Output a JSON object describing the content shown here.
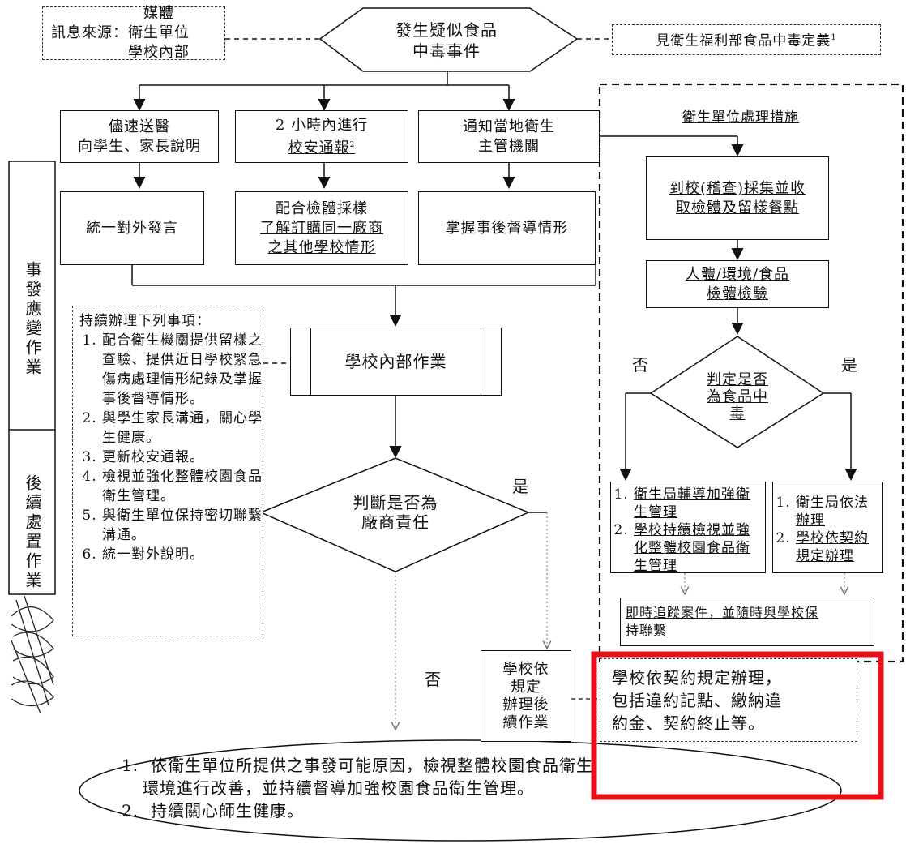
{
  "source": {
    "label": "訊息來源：",
    "items": [
      "媒體",
      "衛生單位",
      "學校內部"
    ]
  },
  "start_event": [
    "發生疑似食品",
    "中毒事件"
  ],
  "definition_ref": "見衛生福利部食品中毒定義",
  "definition_sup": "1",
  "branch1": [
    "儘速送醫",
    "向學生、家長說明"
  ],
  "branch2": [
    "2 小時內進行",
    "校安通報"
  ],
  "branch2_sup": "2",
  "branch3": [
    "通知當地衛生",
    "主管機關"
  ],
  "step1": "統一對外發言",
  "step2": [
    "配合檢體採樣",
    "了解訂購同一廠商",
    "之其他學校情形"
  ],
  "step3": "掌握事後督導情形",
  "side_label_top": "事發應變作業",
  "side_label_bottom": "後續處置作業",
  "continuing": {
    "title": "持續辦理下列事項：",
    "items": [
      "配合衛生機關提供留樣之查驗、提供近日學校緊急傷病處理情形紀錄及掌握事後督導情形。",
      "與學生家長溝通，關心學生健康。",
      "更新校安通報。",
      "檢視並強化整體校園食品衛生管理。",
      "與衛生單位保持密切聯繫溝通。",
      "統一對外說明。"
    ]
  },
  "school_ops": "學校內部作業",
  "decision_vendor": [
    "判斷是否為",
    "廠商責任"
  ],
  "yes": "是",
  "no": "否",
  "school_followup": [
    "學校依",
    "規定",
    "辦理後",
    "續作業"
  ],
  "contract_note": [
    "學校依契約規定辦理，",
    "包括違約記點、繳納違",
    "約金、契約終止等。"
  ],
  "health_panel": {
    "title": "衛生單位處理措施",
    "collect": [
      "到校(稽查)採集並收",
      "取檢體及留樣餐點"
    ],
    "test": [
      "人體/環境/食品",
      "檢體檢驗"
    ],
    "decision": [
      "判定是否",
      "為食品中",
      "毒"
    ],
    "no_label": "否",
    "yes_label": "是",
    "no_actions": [
      "衛生局輔導加強衛生管理",
      "學校持續檢視並強化整體校園食品衛生管理"
    ],
    "yes_actions": [
      "衛生局依法辦理",
      "學校依契約規定辦理"
    ],
    "tracking": [
      "即時追蹤案件，並隨時與學校保",
      "持聯繫"
    ]
  },
  "final": [
    "依衛生單位所提供之事發可能原因，檢視整體校園食品衛生",
    "環境進行改善，並持續督導加強校園食品衛生管理。",
    "持續關心師生健康。"
  ],
  "colors": {
    "highlight": "#e8101a",
    "line": "#111111"
  }
}
